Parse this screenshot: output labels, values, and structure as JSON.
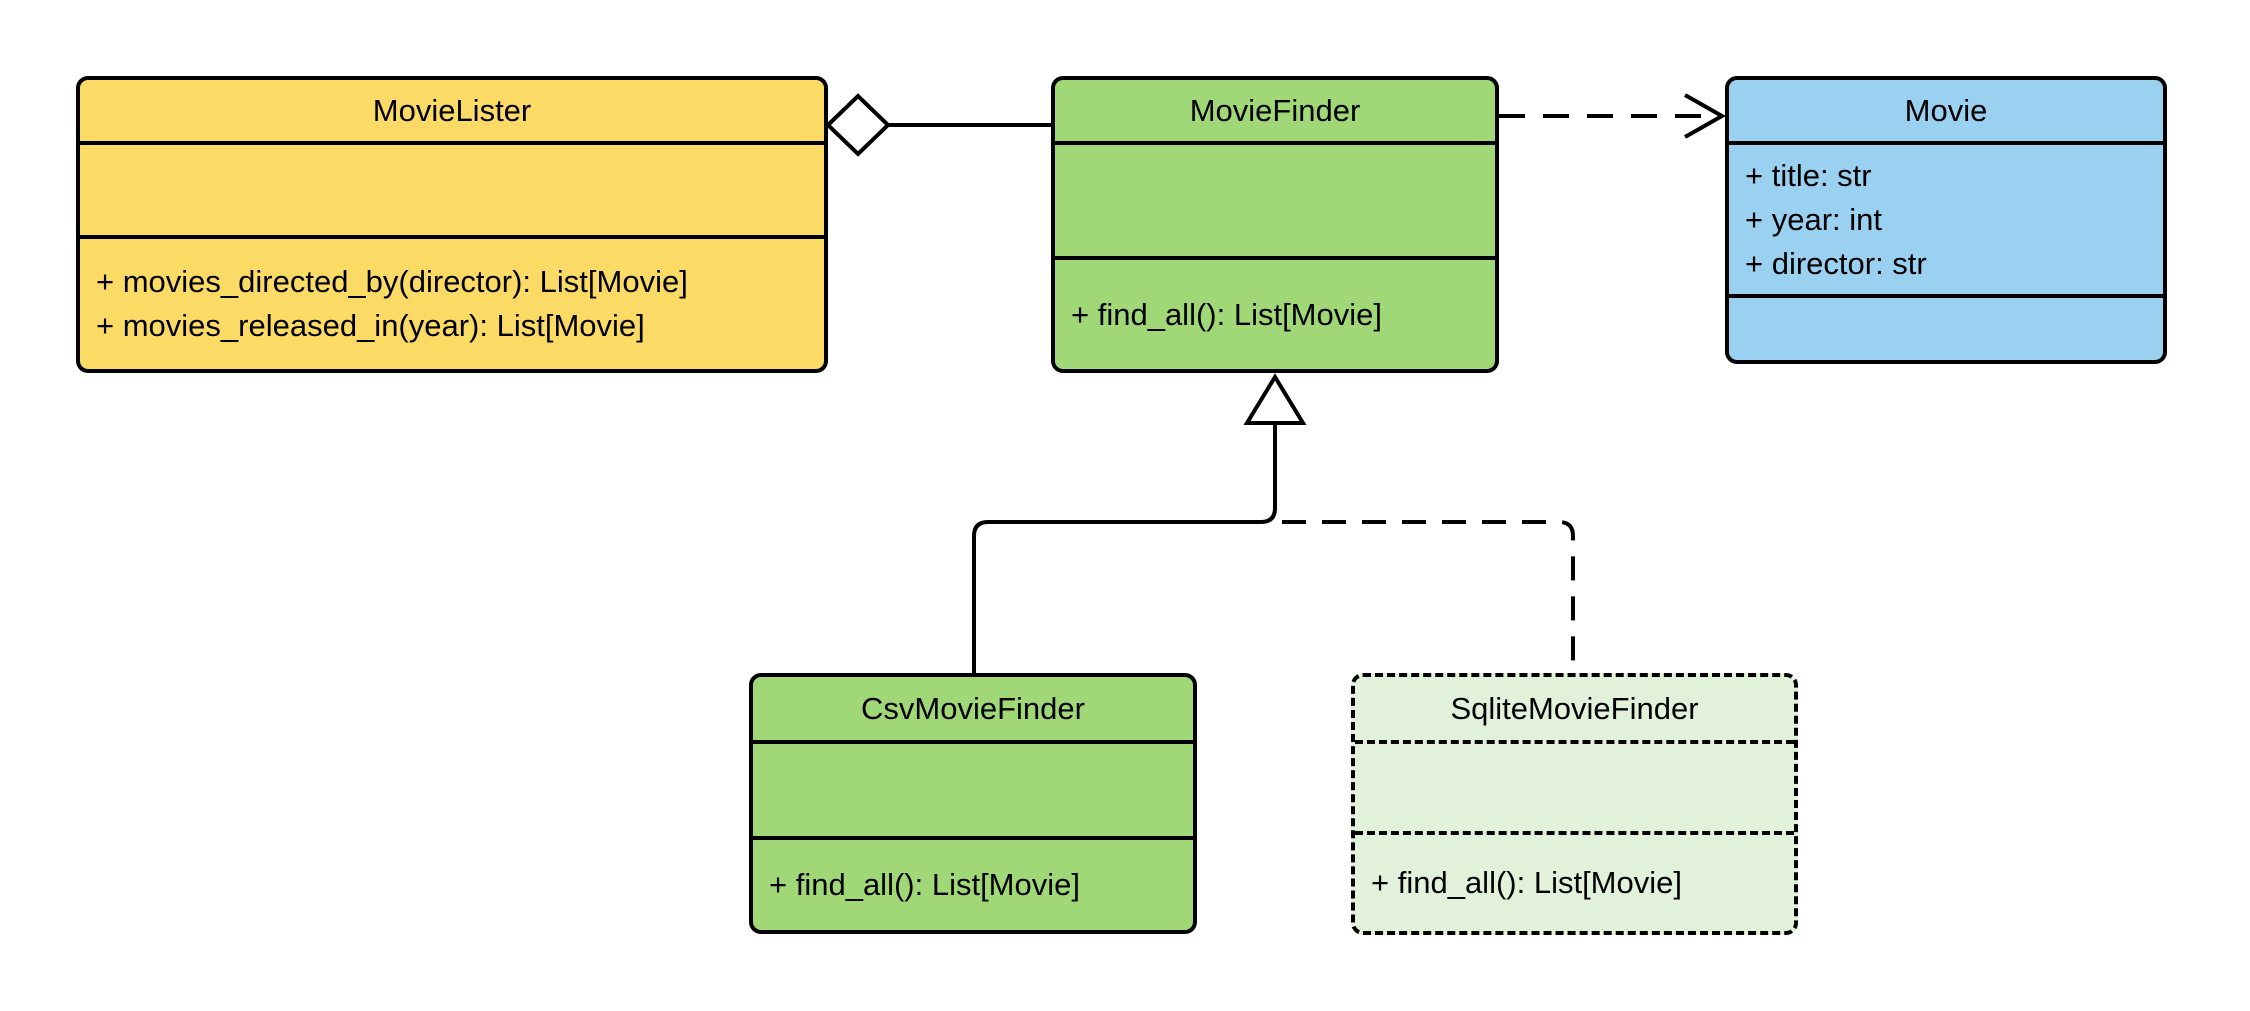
{
  "diagram": {
    "type": "uml-class-diagram",
    "background": "#FFFFFF",
    "stroke_color": "#000000",
    "classes": [
      {
        "name": "MovieLister",
        "fill": "#FBDB66",
        "border_style": "solid",
        "attributes": [],
        "methods": [
          "+ movies_directed_by(director): List[Movie]",
          "+ movies_released_in(year): List[Movie]"
        ]
      },
      {
        "name": "MovieFinder",
        "fill": "#A0D877",
        "border_style": "solid",
        "attributes": [],
        "methods": [
          "+ find_all(): List[Movie]"
        ]
      },
      {
        "name": "Movie",
        "fill": "#9AD1F0",
        "border_style": "solid",
        "attributes": [
          "+ title: str",
          "+ year: int",
          "+ director: str"
        ],
        "methods": []
      },
      {
        "name": "CsvMovieFinder",
        "fill": "#A0D877",
        "border_style": "solid",
        "attributes": [],
        "methods": [
          "+ find_all(): List[Movie]"
        ]
      },
      {
        "name": "SqliteMovieFinder",
        "fill": "#E2F2DA",
        "border_style": "dashed",
        "attributes": [],
        "methods": [
          "+ find_all(): List[Movie]"
        ]
      }
    ],
    "relationships": [
      {
        "type": "aggregation",
        "from": "MovieLister",
        "to": "MovieFinder",
        "line": "solid",
        "marker": "hollow-diamond"
      },
      {
        "type": "dependency",
        "from": "MovieFinder",
        "to": "Movie",
        "line": "dashed",
        "marker": "open-arrow"
      },
      {
        "type": "inheritance",
        "from": "CsvMovieFinder",
        "to": "MovieFinder",
        "line": "solid",
        "marker": "hollow-triangle"
      },
      {
        "type": "inheritance",
        "from": "SqliteMovieFinder",
        "to": "MovieFinder",
        "line": "dashed",
        "marker": "hollow-triangle"
      }
    ]
  }
}
